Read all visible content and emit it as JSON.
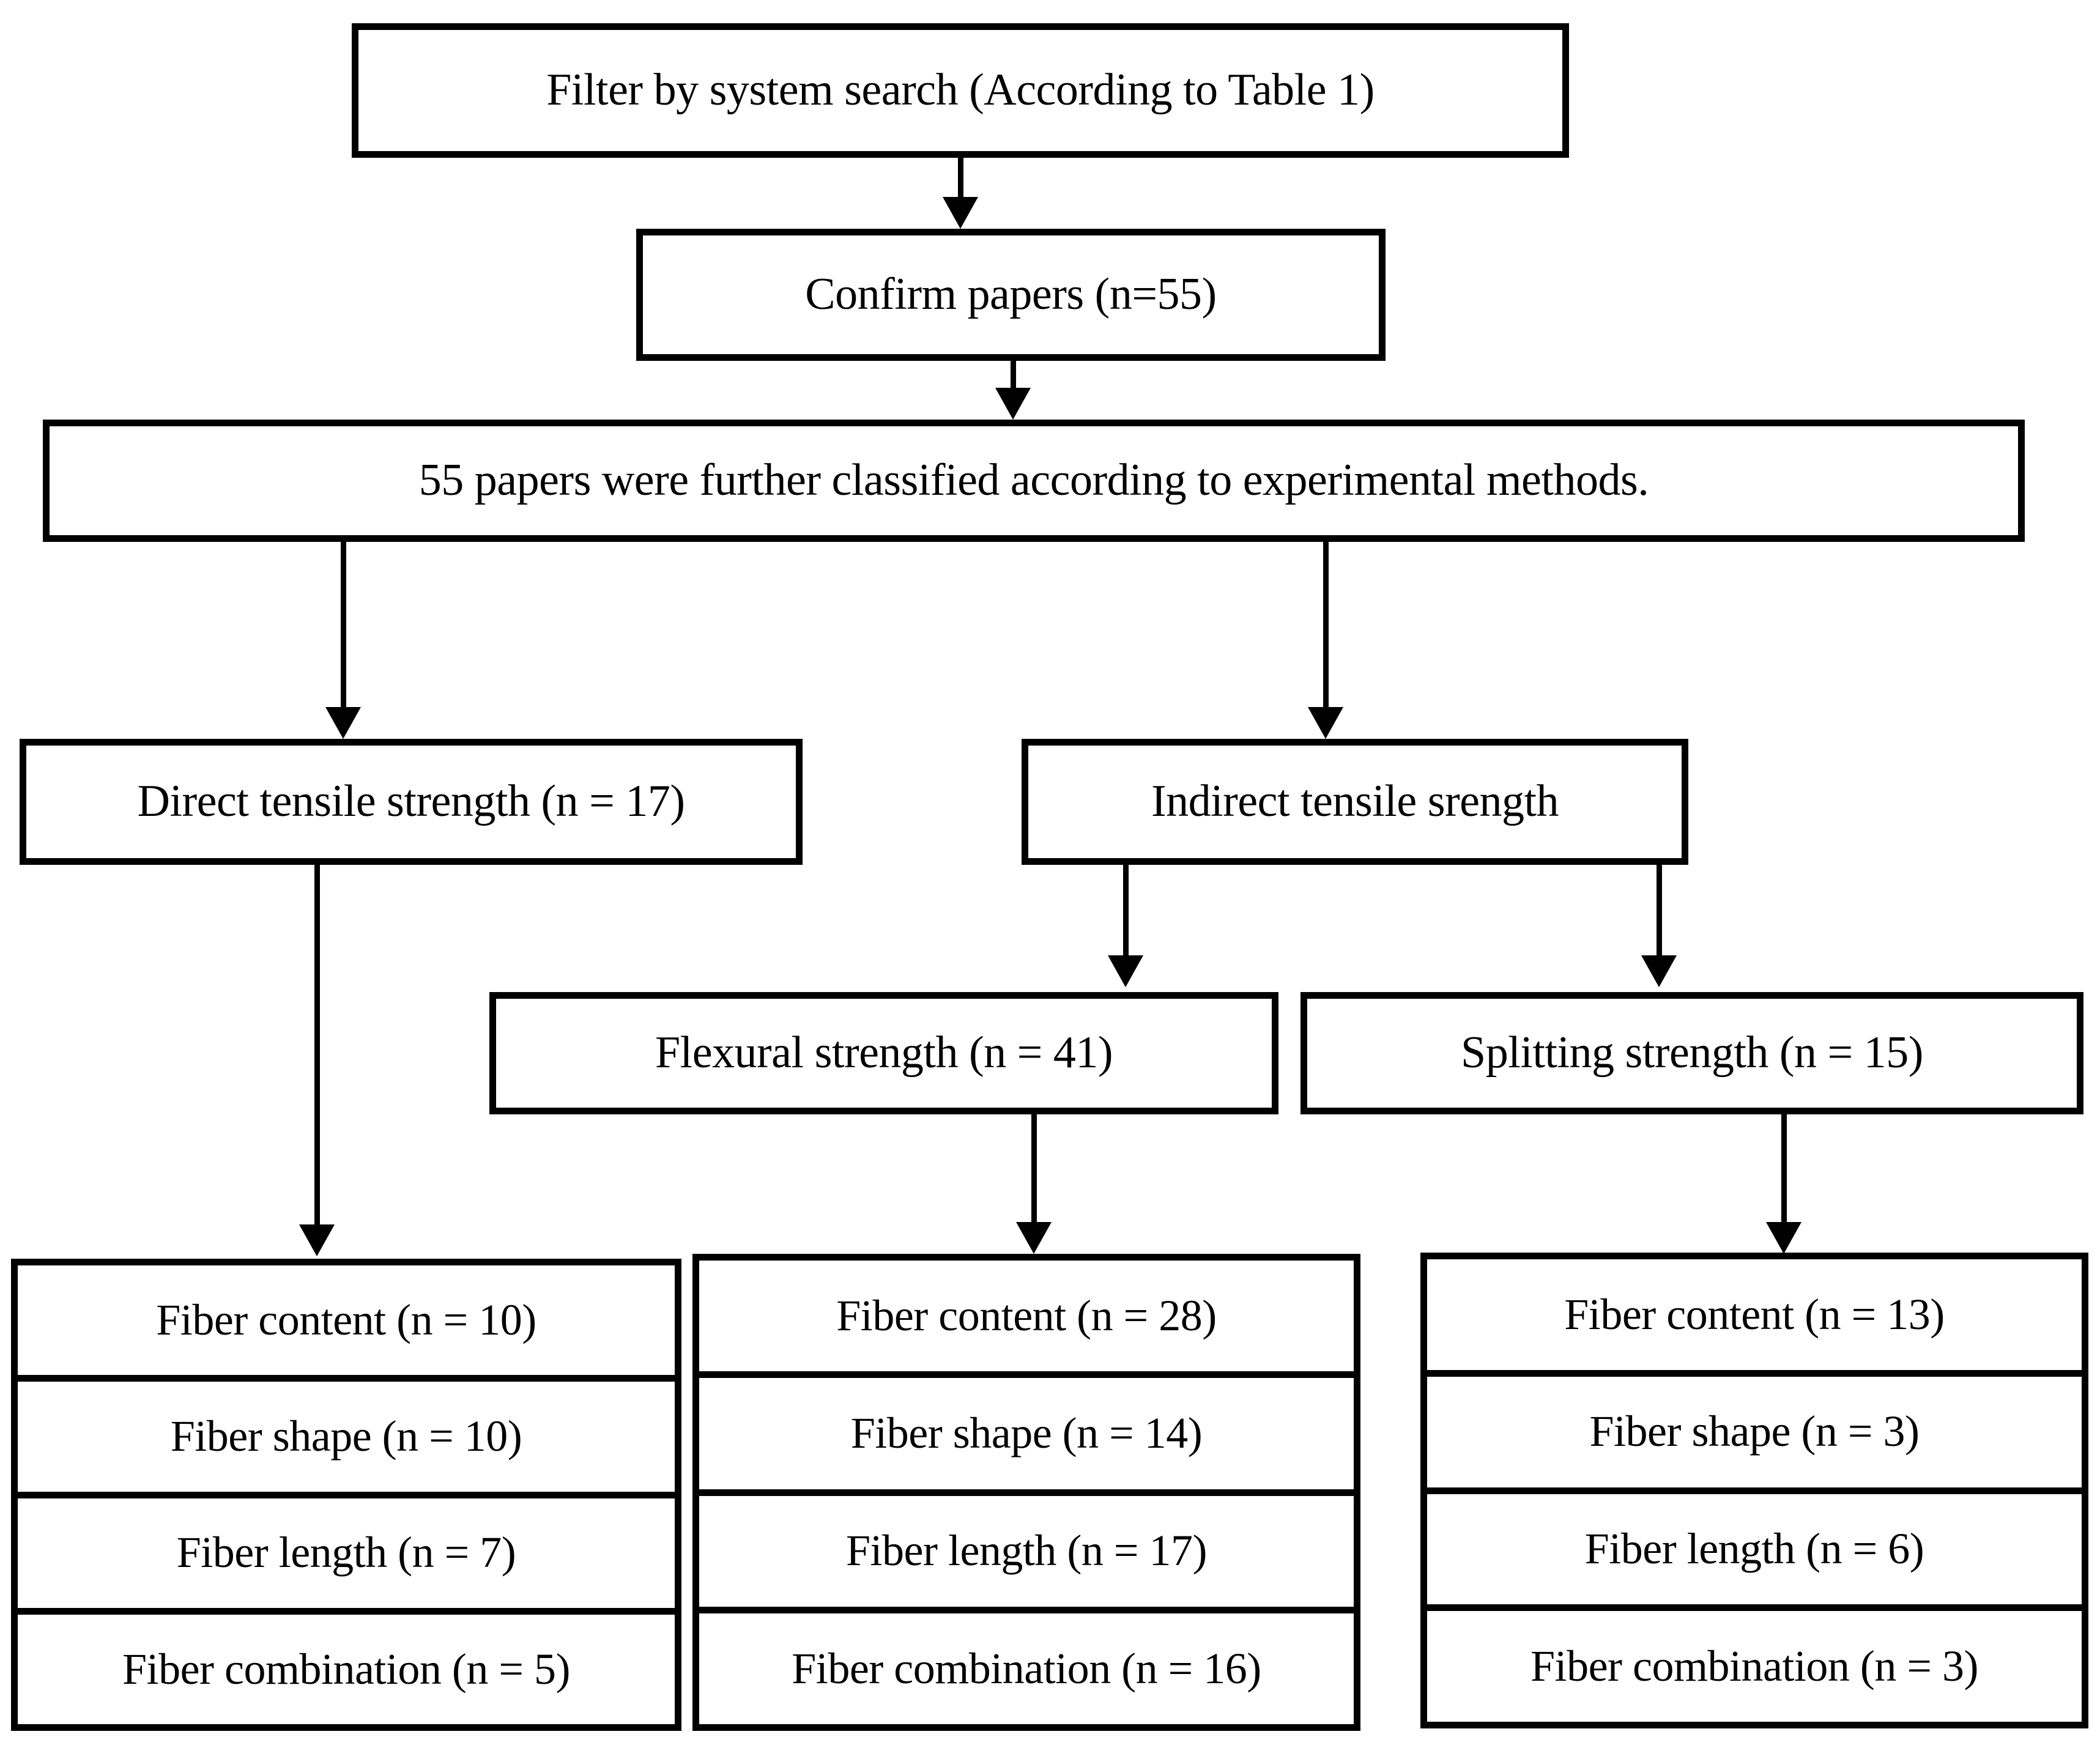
{
  "diagram": {
    "title_node": {
      "label": "Filter by system search (According to Table 1)"
    },
    "confirm_node": {
      "label": "Confirm papers (n=55)"
    },
    "classify_node": {
      "label": "55 papers were further classified according to experimental methods."
    },
    "direct_node": {
      "label": "Direct tensile strength (n = 17)"
    },
    "indirect_node": {
      "label": "Indirect tensile srength"
    },
    "flexural_node": {
      "label": "Flexural strength (n = 41)"
    },
    "splitting_node": {
      "label": "Splitting strength (n = 15)"
    },
    "direct_stack": {
      "rows": [
        {
          "label": "Fiber content (n = 10)"
        },
        {
          "label": "Fiber shape (n = 10)"
        },
        {
          "label": "Fiber length (n = 7)"
        },
        {
          "label": "Fiber combination (n = 5)"
        }
      ]
    },
    "flexural_stack": {
      "rows": [
        {
          "label": "Fiber content (n = 28)"
        },
        {
          "label": "Fiber shape (n = 14)"
        },
        {
          "label": "Fiber length (n = 17)"
        },
        {
          "label": "Fiber combination (n = 16)"
        }
      ]
    },
    "splitting_stack": {
      "rows": [
        {
          "label": "Fiber content (n = 13)"
        },
        {
          "label": "Fiber shape (n = 3)"
        },
        {
          "label": "Fiber length (n = 6)"
        },
        {
          "label": "Fiber combination (n = 3)"
        }
      ]
    },
    "colors": {
      "stroke": "#000000",
      "fill": "#ffffff",
      "text": "#000000"
    }
  }
}
